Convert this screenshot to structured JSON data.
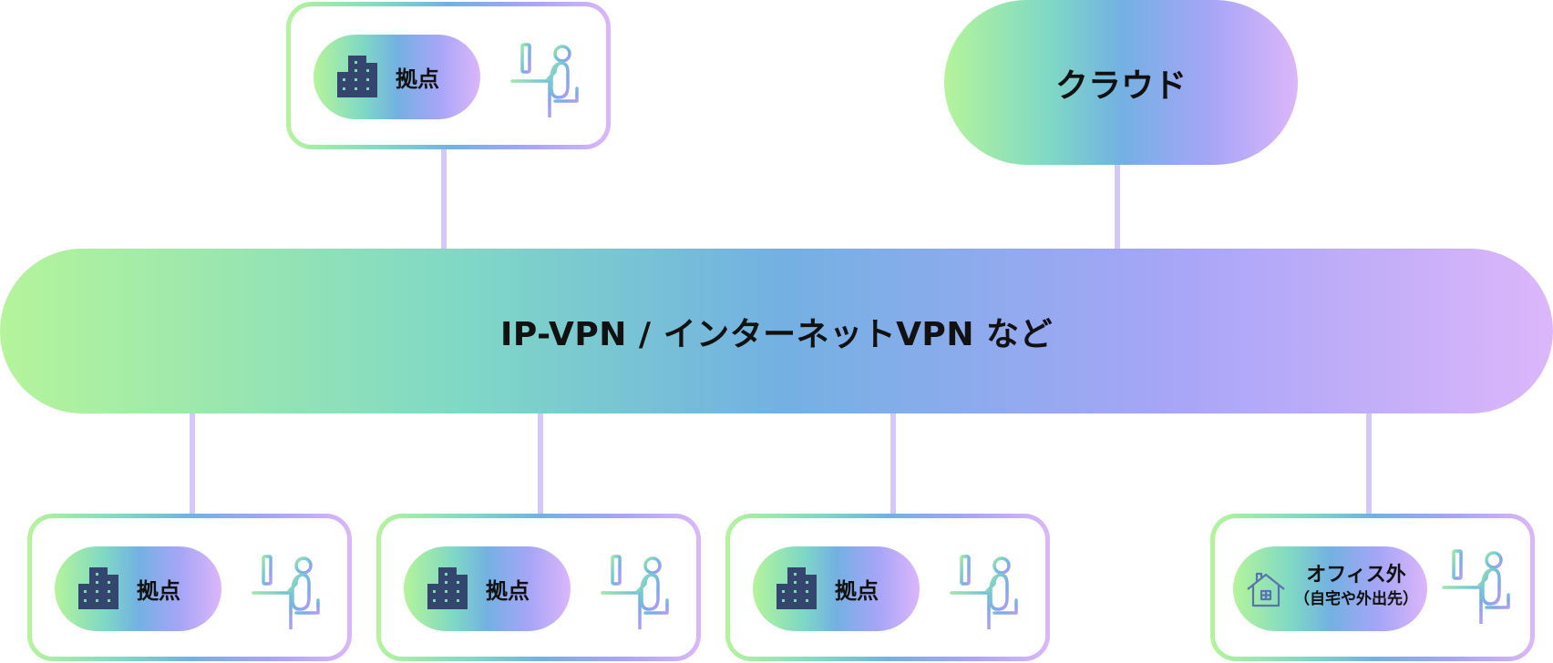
{
  "diagram": {
    "network": {
      "label": "IP-VPN / インターネットVPN など"
    },
    "cloud": {
      "label": "クラウド"
    },
    "top_site": {
      "label": "拠点",
      "icon": "building-icon",
      "user_icon": "person-at-desk-icon"
    },
    "bottom_sites": [
      {
        "label": "拠点",
        "icon": "building-icon",
        "user_icon": "person-at-desk-icon"
      },
      {
        "label": "拠点",
        "icon": "building-icon",
        "user_icon": "person-at-desk-icon"
      },
      {
        "label": "拠点",
        "icon": "building-icon",
        "user_icon": "person-at-desk-icon"
      }
    ],
    "remote": {
      "label": "オフィス外",
      "sublabel": "（自宅や外出先）",
      "icon": "house-icon",
      "user_icon": "person-at-desk-icon"
    },
    "colors": {
      "gradient_start": "#b4f49a",
      "gradient_mid_teal": "#7fd8c6",
      "gradient_mid_blue": "#73b1e2",
      "gradient_mid_lavender": "#a6a5f7",
      "gradient_end": "#dcb6fa",
      "connector": "#d4c8f8",
      "icon_navy": "#34466e"
    }
  }
}
